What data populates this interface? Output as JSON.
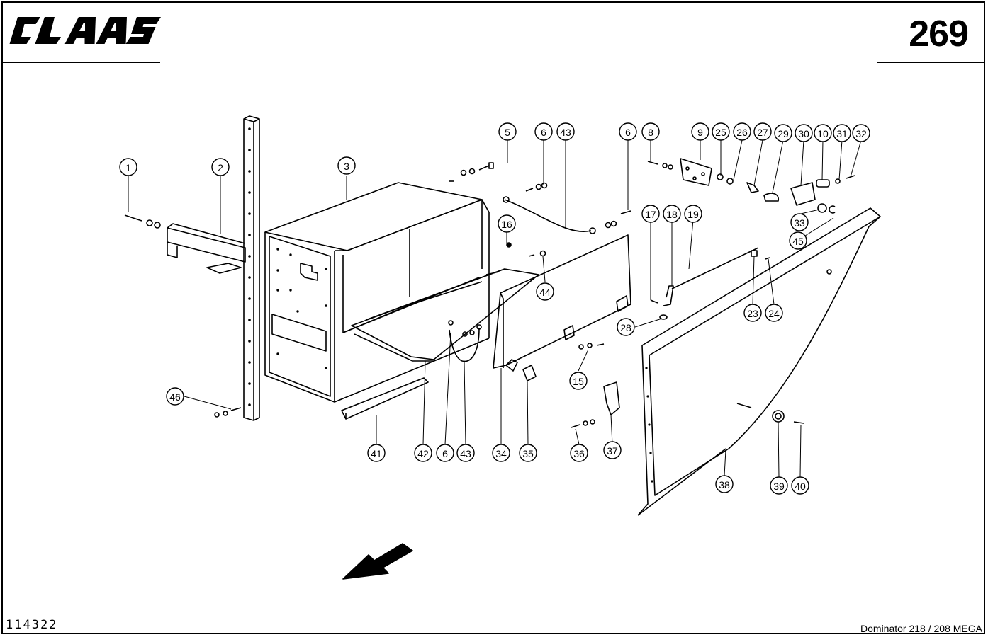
{
  "header": {
    "brand_logo_text": "CLAAS",
    "page_number": "269"
  },
  "footer": {
    "diagram_number": "114322",
    "model_caption": "Dominator 218 / 208 MEGA"
  },
  "callouts": [
    {
      "id": "c1",
      "label": "1"
    },
    {
      "id": "c2",
      "label": "2"
    },
    {
      "id": "c3",
      "label": "3"
    },
    {
      "id": "c5",
      "label": "5"
    },
    {
      "id": "c6a",
      "label": "6"
    },
    {
      "id": "c43a",
      "label": "43"
    },
    {
      "id": "c6b",
      "label": "6"
    },
    {
      "id": "c8",
      "label": "8"
    },
    {
      "id": "c9",
      "label": "9"
    },
    {
      "id": "c25",
      "label": "25"
    },
    {
      "id": "c26",
      "label": "26"
    },
    {
      "id": "c27",
      "label": "27"
    },
    {
      "id": "c29",
      "label": "29"
    },
    {
      "id": "c30",
      "label": "30"
    },
    {
      "id": "c10",
      "label": "10"
    },
    {
      "id": "c31",
      "label": "31"
    },
    {
      "id": "c32",
      "label": "32"
    },
    {
      "id": "c33",
      "label": "33"
    },
    {
      "id": "c45",
      "label": "45"
    },
    {
      "id": "c16",
      "label": "16"
    },
    {
      "id": "c17",
      "label": "17"
    },
    {
      "id": "c18",
      "label": "18"
    },
    {
      "id": "c19",
      "label": "19"
    },
    {
      "id": "c44",
      "label": "44"
    },
    {
      "id": "c23",
      "label": "23"
    },
    {
      "id": "c24",
      "label": "24"
    },
    {
      "id": "c28",
      "label": "28"
    },
    {
      "id": "c15",
      "label": "15"
    },
    {
      "id": "c46",
      "label": "46"
    },
    {
      "id": "c41",
      "label": "41"
    },
    {
      "id": "c42",
      "label": "42"
    },
    {
      "id": "c6c",
      "label": "6"
    },
    {
      "id": "c43b",
      "label": "43"
    },
    {
      "id": "c34",
      "label": "34"
    },
    {
      "id": "c35",
      "label": "35"
    },
    {
      "id": "c36",
      "label": "36"
    },
    {
      "id": "c37",
      "label": "37"
    },
    {
      "id": "c38",
      "label": "38"
    },
    {
      "id": "c39",
      "label": "39"
    },
    {
      "id": "c40",
      "label": "40"
    }
  ]
}
